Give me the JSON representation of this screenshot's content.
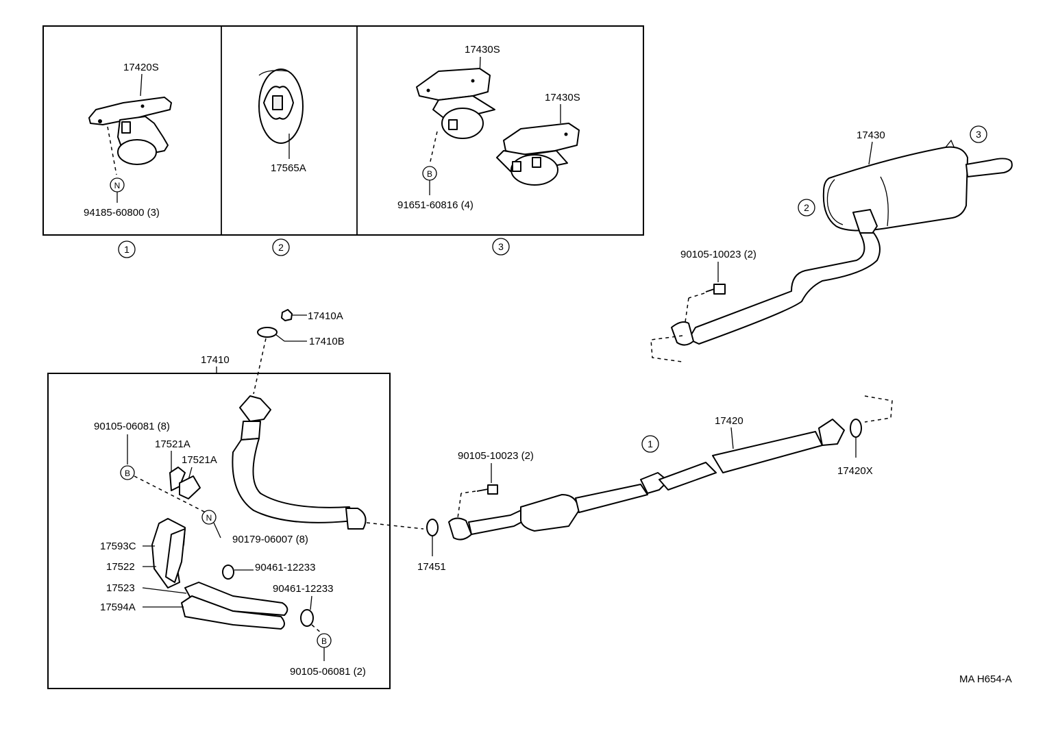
{
  "diagram_code": "MA H654-A",
  "inset_boxes": [
    {
      "number": "1",
      "parts": {
        "mount": "17420S",
        "bolt": "94185-60800 (3)",
        "bolt_symbol": "N"
      }
    },
    {
      "number": "2",
      "parts": {
        "hanger": "17565A"
      }
    },
    {
      "number": "3",
      "parts": {
        "mount_a": "17430S",
        "mount_b": "17430S",
        "bolt": "91651-60816 (4)",
        "bolt_symbol": "B"
      }
    }
  ],
  "rear": {
    "muffler": "17430",
    "ref_3": "3",
    "ref_2": "2",
    "bolt": "90105-10023 (2)"
  },
  "front_assembly": {
    "box_label": "17410",
    "gasket_a": "17410A",
    "gasket_b": "17410B",
    "bolt_8": "90105-06081 (8)",
    "bolt_8_symbol": "B",
    "nut": "90179-06007 (8)",
    "nut_symbol": "N",
    "insulator_a1": "17521A",
    "insulator_a2": "17521A",
    "insulator_593c": "17593C",
    "insulator_522": "17522",
    "insulator_523": "17523",
    "insulator_594a": "17594A",
    "clamp_1": "90461-12233",
    "clamp_2": "90461-12233",
    "bolt_2": "90105-06081 (2)",
    "bolt_2_symbol": "B"
  },
  "center": {
    "gasket": "17451",
    "bolt": "90105-10023 (2)",
    "pipe": "17420",
    "ref_1": "1",
    "gasket_x": "17420X"
  }
}
